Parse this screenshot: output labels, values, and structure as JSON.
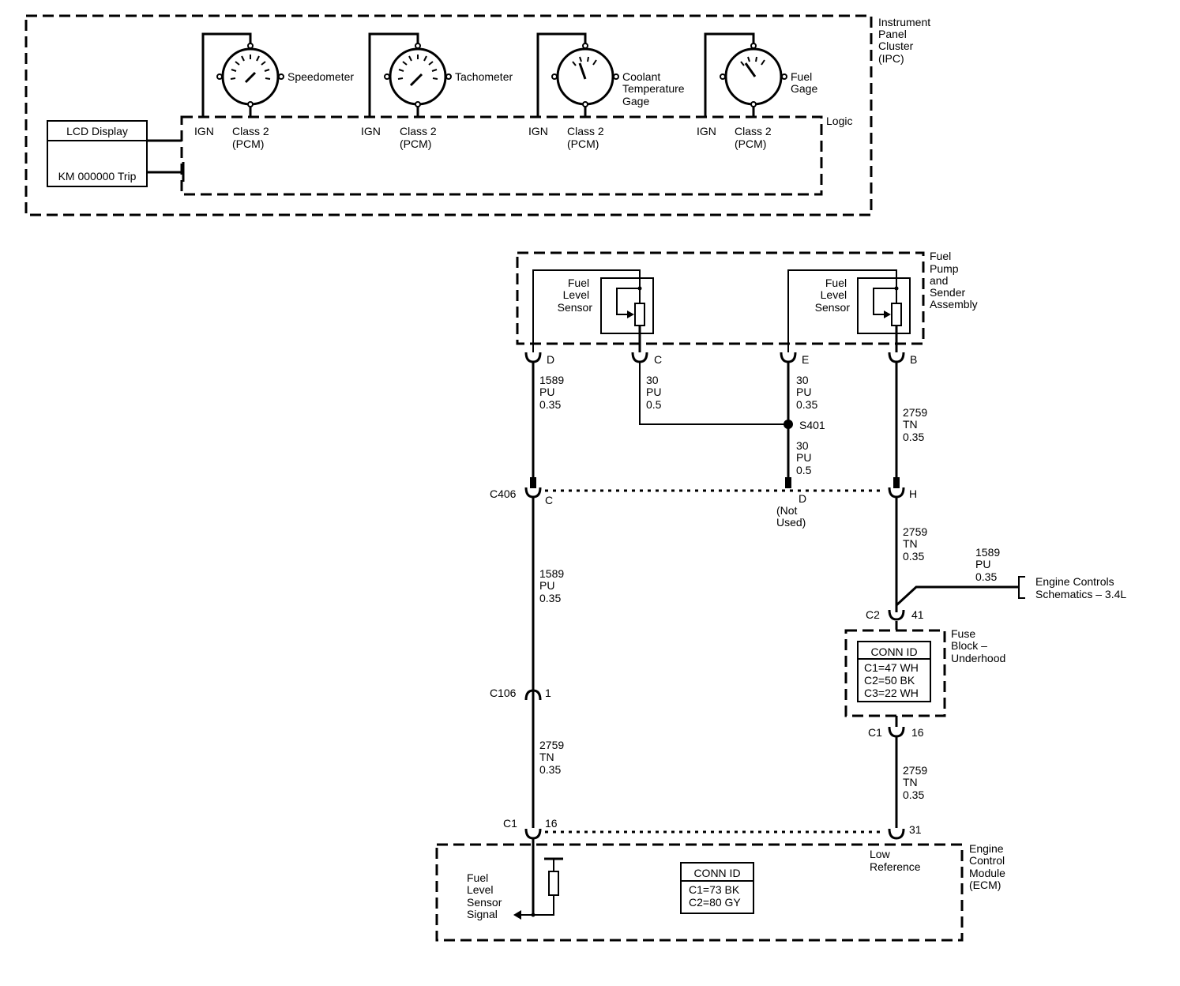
{
  "ipc": {
    "title": [
      "Instrument",
      "Panel",
      "Cluster",
      "(IPC)"
    ],
    "logic_label": "Logic",
    "lcd_display": {
      "title": "LCD Display",
      "text": "KM 000000 Trip"
    },
    "gauges": [
      {
        "name": [
          "Speedometer"
        ],
        "ign": "IGN",
        "class2": [
          "Class 2",
          "(PCM)"
        ]
      },
      {
        "name": [
          "Tachometer"
        ],
        "ign": "IGN",
        "class2": [
          "Class 2",
          "(PCM)"
        ]
      },
      {
        "name": [
          "Coolant",
          "Temperature",
          "Gage"
        ],
        "ign": "IGN",
        "class2": [
          "Class 2",
          "(PCM)"
        ]
      },
      {
        "name": [
          "Fuel",
          "Gage"
        ],
        "ign": "IGN",
        "class2": [
          "Class 2",
          "(PCM)"
        ]
      }
    ]
  },
  "fuel_pump": {
    "title": [
      "Fuel",
      "Pump",
      "and",
      "Sender",
      "Assembly"
    ],
    "sensor_left": [
      "Fuel",
      "Level",
      "Sensor"
    ],
    "sensor_right": [
      "Fuel",
      "Level",
      "Sensor"
    ],
    "pins": {
      "d": "D",
      "c": "C",
      "e": "E",
      "b": "B"
    }
  },
  "wires": {
    "w1": [
      "1589",
      "PU",
      "0.35"
    ],
    "w2": [
      "30",
      "PU",
      "0.5"
    ],
    "w3": [
      "30",
      "PU",
      "0.35"
    ],
    "w4": [
      "2759",
      "TN",
      "0.35"
    ],
    "w5": [
      "30",
      "PU",
      "0.5"
    ],
    "w6": [
      "2759",
      "TN",
      "0.35"
    ],
    "w7": [
      "1589",
      "PU",
      "0.35"
    ],
    "w8": [
      "2759",
      "TN",
      "0.35"
    ],
    "w9": [
      "1589",
      "PU",
      "0.35"
    ],
    "w10": [
      "2759",
      "TN",
      "0.35"
    ]
  },
  "splice": "S401",
  "c406": {
    "name": "C406",
    "pin_c": "C",
    "pin_d": "D",
    "not_used": [
      "(Not",
      "Used)"
    ],
    "pin_h": "H"
  },
  "engine_controls": [
    "Engine Controls",
    "Schematics – 3.4L"
  ],
  "fuse_block": {
    "title": [
      "Fuse",
      "Block –",
      "Underhood"
    ],
    "c2": "C2",
    "c2_pin": "41",
    "c1": "C1",
    "c1_pin": "16",
    "conn_id_title": "CONN ID",
    "conn_id_lines": [
      "C1=47 WH",
      "C2=50 BK",
      "C3=22 WH"
    ]
  },
  "c106": {
    "name": "C106",
    "pin": "1"
  },
  "ecm": {
    "title": [
      "Engine",
      "Control",
      "Module",
      "(ECM)"
    ],
    "c1": "C1",
    "c1_pin": "16",
    "pin_31": "31",
    "low_ref": [
      "Low",
      "Reference"
    ],
    "signal": [
      "Fuel",
      "Level",
      "Sensor",
      "Signal"
    ],
    "conn_id_title": "CONN ID",
    "conn_id_lines": [
      "C1=73 BK",
      "C2=80 GY"
    ]
  }
}
